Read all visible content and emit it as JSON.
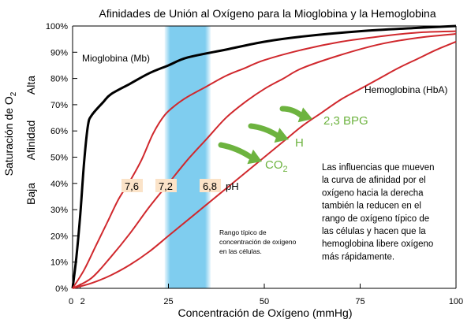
{
  "chart_data": {
    "type": "line",
    "title": "Afinidades de Unión al Oxígeno para la Mioglobina y la Hemoglobina",
    "xlabel": "Concentración de  Oxígeno (mmHg)",
    "ylabel_main": "Saturación de O",
    "ylabel_subscript": "2",
    "affinity_label": "Afinidad",
    "affinity_high": "Alta",
    "affinity_low": "Baja",
    "xlim": [
      0,
      100
    ],
    "ylim": [
      0,
      100
    ],
    "x_ticks": [
      0,
      2,
      25,
      50,
      75,
      100
    ],
    "x_tick_labels": [
      "0",
      "2",
      "25",
      "50",
      "75",
      "100"
    ],
    "y_ticks": [
      0,
      10,
      20,
      30,
      40,
      50,
      60,
      70,
      80,
      90,
      100
    ],
    "y_tick_labels": [
      "0%",
      "10%",
      "20%",
      "30%",
      "40%",
      "50%",
      "60%",
      "70%",
      "80%",
      "90%",
      "100%"
    ],
    "grid": false,
    "shaded_band": {
      "x_range": [
        24,
        36
      ],
      "label": "Rango típico de concentración de oxígeno en las células.",
      "color": "#7fcdef"
    },
    "series": [
      {
        "name": "Mioglobina (Mb)",
        "color": "#000000",
        "points": [
          [
            0,
            0
          ],
          [
            1,
            12
          ],
          [
            2,
            28
          ],
          [
            3,
            48
          ],
          [
            4,
            62
          ],
          [
            5,
            66
          ],
          [
            8,
            71
          ],
          [
            10,
            74
          ],
          [
            15,
            78
          ],
          [
            20,
            82
          ],
          [
            25,
            85
          ],
          [
            30,
            88
          ],
          [
            40,
            91
          ],
          [
            50,
            94
          ],
          [
            60,
            96
          ],
          [
            75,
            98
          ],
          [
            90,
            99.3
          ],
          [
            100,
            100
          ]
        ]
      },
      {
        "name": "pH 7,6",
        "color": "#d0282d",
        "points": [
          [
            0,
            0
          ],
          [
            3,
            7
          ],
          [
            6,
            16
          ],
          [
            9,
            25
          ],
          [
            12,
            34
          ],
          [
            15,
            41
          ],
          [
            18,
            49
          ],
          [
            21,
            59
          ],
          [
            24,
            66
          ],
          [
            27,
            70
          ],
          [
            30,
            73
          ],
          [
            35,
            77
          ],
          [
            40,
            81
          ],
          [
            45,
            84
          ],
          [
            50,
            87
          ],
          [
            60,
            91
          ],
          [
            70,
            94
          ],
          [
            80,
            96
          ],
          [
            90,
            97.5
          ],
          [
            100,
            98
          ]
        ]
      },
      {
        "name": "Hemoglobina (HbA)",
        "color": "#d0282d",
        "points": [
          [
            0,
            0
          ],
          [
            5,
            4
          ],
          [
            10,
            12
          ],
          [
            15,
            21
          ],
          [
            20,
            31
          ],
          [
            25,
            40
          ],
          [
            30,
            49
          ],
          [
            35,
            57
          ],
          [
            40,
            65
          ],
          [
            45,
            71
          ],
          [
            50,
            76
          ],
          [
            55,
            80
          ],
          [
            60,
            84
          ],
          [
            70,
            89
          ],
          [
            80,
            93
          ],
          [
            90,
            95.5
          ],
          [
            100,
            97
          ]
        ]
      },
      {
        "name": "pH 6,8",
        "color": "#d0282d",
        "points": [
          [
            0,
            0
          ],
          [
            5,
            2
          ],
          [
            10,
            5
          ],
          [
            15,
            9
          ],
          [
            20,
            14
          ],
          [
            25,
            20
          ],
          [
            30,
            26
          ],
          [
            35,
            32
          ],
          [
            40,
            38
          ],
          [
            45,
            44
          ],
          [
            50,
            50
          ],
          [
            55,
            56
          ],
          [
            60,
            62
          ],
          [
            65,
            67
          ],
          [
            70,
            72
          ],
          [
            75,
            76
          ],
          [
            80,
            80
          ],
          [
            85,
            84
          ],
          [
            90,
            87.5
          ],
          [
            95,
            91
          ],
          [
            100,
            94
          ]
        ]
      }
    ],
    "curve_labels": {
      "myoglobin": "Mioglobina (Mb)",
      "hemoglobin": "Hemoglobina (HbA)"
    },
    "ph_boxes": [
      "7,6",
      "7,2",
      "6,8"
    ],
    "ph_label": "pH",
    "effectors": {
      "bpg": "2,3 BPG",
      "h": "H",
      "co2_main": "CO",
      "co2_sub": "2",
      "color": "#6db33f"
    },
    "annotation": [
      "Las influencias que mueven",
      "la curva de afinidad por el",
      "oxígeno hacia la derecha",
      "también la reducen en el",
      "rango de oxígeno típico de",
      "las células y hacen que la",
      "hemoglobina libere oxígeno",
      "más rápidamente."
    ],
    "band_note": [
      "Rango típico de",
      "concentración de oxígeno",
      "en las células."
    ]
  }
}
